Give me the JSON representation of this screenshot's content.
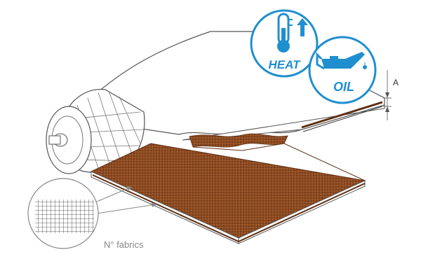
{
  "badges": {
    "heat": {
      "label": "HEAT",
      "icon": "thermometer-arrow-up-icon"
    },
    "oil": {
      "label": "OIL",
      "icon": "oil-can-icon"
    }
  },
  "dimension": {
    "label": "A"
  },
  "callout": {
    "label": "N° fabrics",
    "icon": "fabric-grid-icon"
  },
  "colors": {
    "accent": "#1f8fcf",
    "rubber": "#8b4a22",
    "rubber_dark": "#5e2f12",
    "outline": "#555555",
    "callout_line": "#888888"
  }
}
